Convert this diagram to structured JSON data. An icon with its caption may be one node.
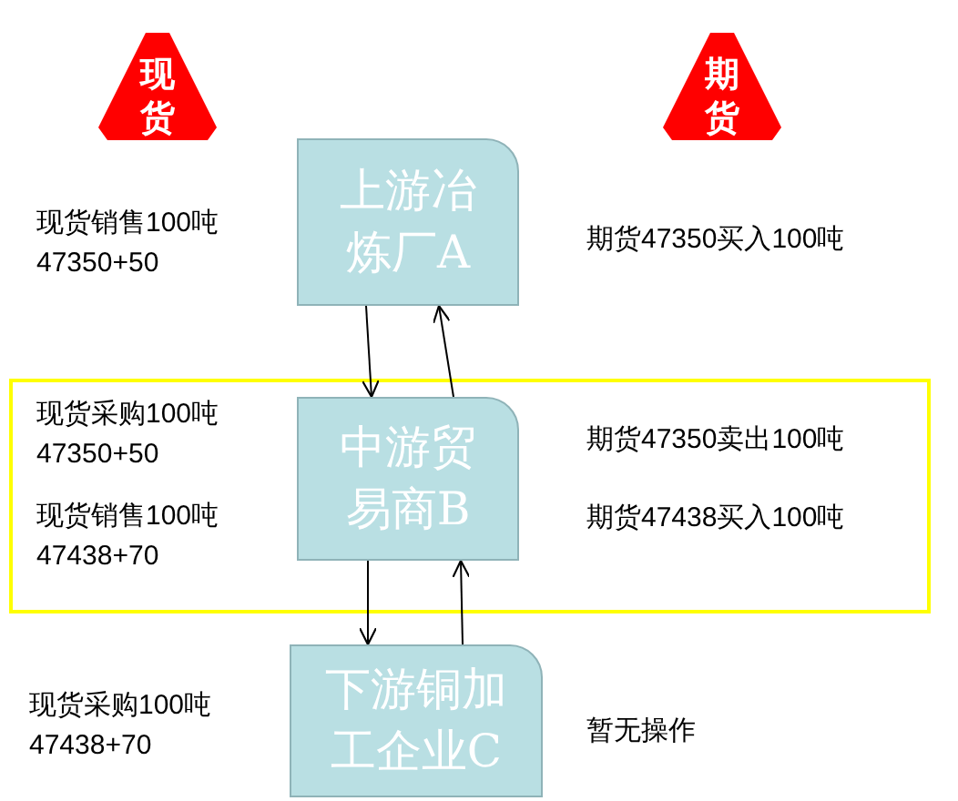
{
  "diagram": {
    "nodes": [
      {
        "text": [
          "现货"
        ]
      },
      {
        "text": [
          "期货"
        ]
      },
      {
        "text": [
          "上游冶炼厂A"
        ],
        "beside": [
          "现货销售100吨 47350+50",
          "期货47350买入100吨"
        ]
      },
      {
        "text": [],
        "shape": "box"
      },
      {
        "text": [
          "中游贸易商B"
        ],
        "in": 3,
        "beside": [
          "现货采购100吨 47350+50",
          "现货销售100吨 47438+70",
          "期货47350卖出100吨",
          "期货47438买入100吨"
        ]
      },
      {
        "text": [
          "下游铜加工企业C"
        ],
        "beside": [
          "现货采购100吨 47438+70",
          "暂无操作"
        ]
      }
    ],
    "edges": [
      {
        "from": 2,
        "to": 4,
        "arrow": "to"
      },
      {
        "from": 4,
        "to": 2,
        "arrow": "to"
      },
      {
        "from": 4,
        "to": 5,
        "arrow": "to"
      },
      {
        "from": 5,
        "to": 4,
        "arrow": "to"
      }
    ]
  }
}
